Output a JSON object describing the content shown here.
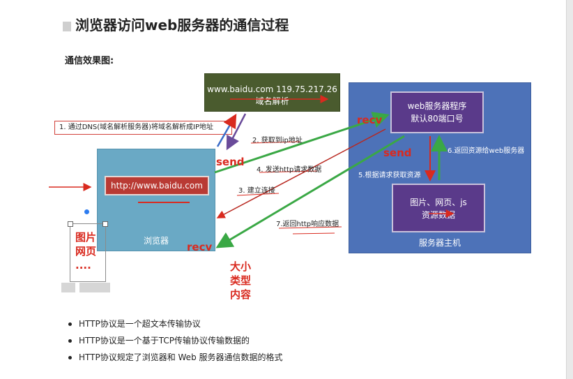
{
  "heading": "浏览器访问web服务器的通信过程",
  "subheading": "通信效果图:",
  "dns_box": {
    "line1": "www.baidu.com 119.75.217.26",
    "line2": "域名解析"
  },
  "server_host": {
    "label": "服务器主机"
  },
  "web_program": {
    "line1": "web服务器程序",
    "line2": "默认80端口号"
  },
  "resource_data": {
    "line1": "图片、网页、js",
    "line2": "资源数据"
  },
  "browser": {
    "url": "http://www.baidu.com",
    "label": "浏览器"
  },
  "steps": {
    "s1": "1. 通过DNS(域名解析服务器)将域名解析成IP地址",
    "s2": "2. 获取到ip地址",
    "s3": "3. 建立连接",
    "s4": "4. 发送http请求数据",
    "s5": "5.根据请求获取资源",
    "s6": "6.返回资源给web服务器",
    "s7": "7.返回http响应数据"
  },
  "annotations": {
    "recv_top": "recv",
    "send_left": "send",
    "send_right": "send",
    "recv_bottom": "recv",
    "left_stack": [
      "图片",
      "网页",
      "...."
    ],
    "bottom_stack": [
      "大小",
      "类型",
      "内容"
    ]
  },
  "bullets": [
    "HTTP协议是一个超文本传输协议",
    "HTTP协议是一个基于TCP传输协议传输数据的",
    "HTTP协议规定了浏览器和 Web 服务器通信数据的格式"
  ],
  "colors": {
    "dns_green": "#4a5b2e",
    "server_blue": "#4d72b8",
    "program_purple": "#5a3a8a",
    "browser_blue": "#6aa9c5",
    "url_red": "#b93a34",
    "annotation_red": "#d92a1f",
    "arrow_green": "#3aa845"
  }
}
